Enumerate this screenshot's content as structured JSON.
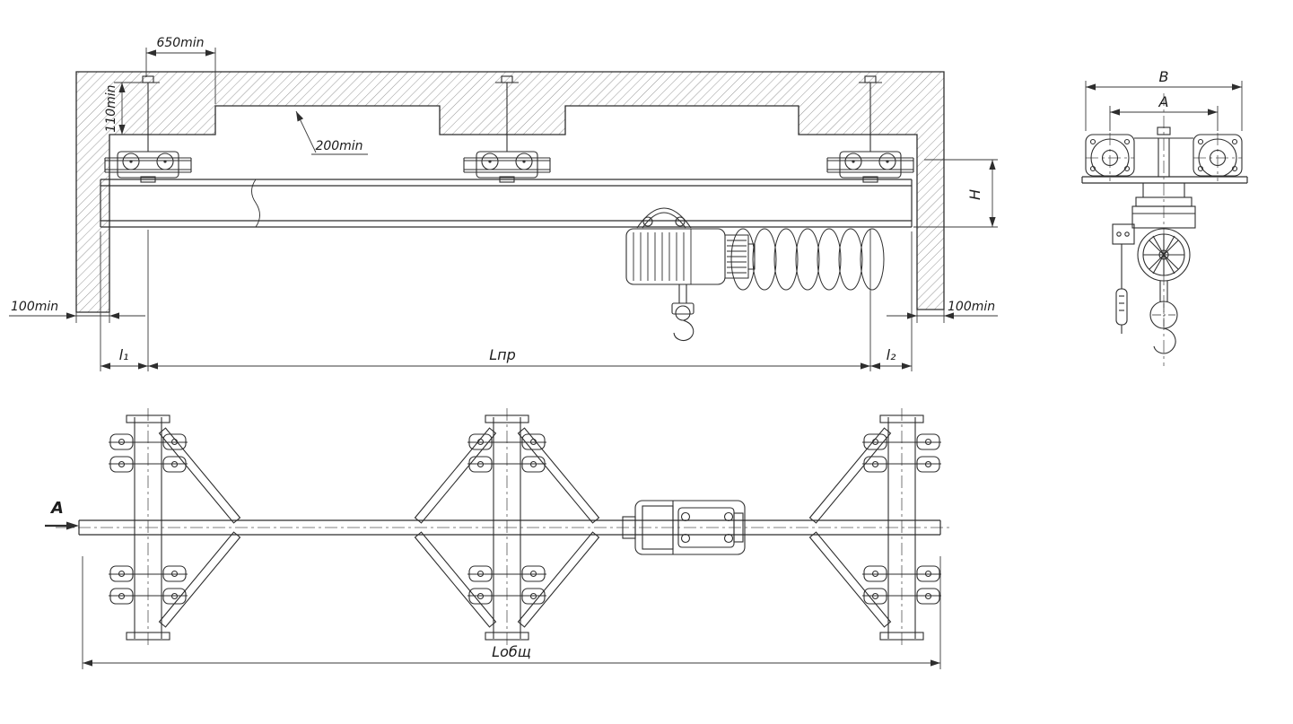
{
  "drawing": {
    "colors": {
      "line": "#2e2e2e",
      "hatch": "#777777",
      "dimension": "#3a3a3a",
      "text": "#1c1c1c",
      "background": "#ffffff"
    },
    "elevation": {
      "dim_650": "650min",
      "dim_110": "110min",
      "dim_200": "200min",
      "dim_100_left": "100min",
      "dim_100_right": "100min",
      "dim_l1": "l₁",
      "dim_span": "Lпр",
      "dim_l2": "l₂",
      "dim_height": "H"
    },
    "side_view": {
      "dim_width": "B",
      "dim_wheelbase": "A"
    },
    "plan": {
      "dim_total": "Lобщ",
      "section_label": "A"
    }
  }
}
